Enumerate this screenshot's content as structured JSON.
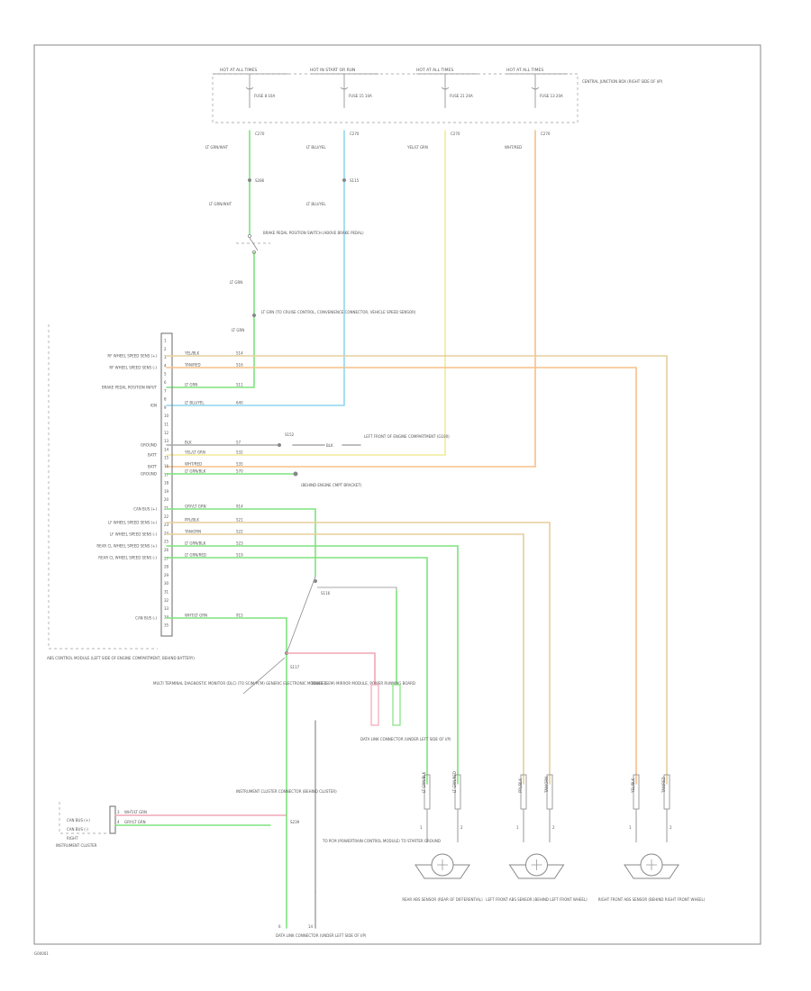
{
  "wire_colors": {
    "lt_green": "#7fe37f",
    "lt_blue": "#8fd6f0",
    "yellow": "#f2ea9a",
    "orange": "#f5c088",
    "pink": "#f2a6b6",
    "tan": "#e6cf9c",
    "gray": "#a8a8a8",
    "frame": "#888888"
  },
  "fuse_panel": {
    "feeds": [
      "HOT AT ALL TIMES",
      "HOT IN START OR RUN",
      "HOT AT ALL TIMES",
      "HOT AT ALL TIMES"
    ],
    "fuses": [
      "FUSE 8 10A",
      "FUSE 15 10A",
      "FUSE 21 20A",
      "FUSE 13 20A"
    ],
    "panel_label": "CENTRAL JUNCTION BOX (RIGHT SIDE OF I/P)",
    "connector_ids": [
      "C270",
      "C270",
      "C270",
      "C270"
    ]
  },
  "upper_wires": {
    "labels": [
      "LT GRN/WHT",
      "LT BLU/YEL",
      "YEL/LT GRN",
      "WHT/RED"
    ],
    "splice_labels": [
      "S286",
      "S115"
    ],
    "lower_labels": [
      "LT GRN/WHT",
      "LT BLU/YEL"
    ],
    "brake_switch": "BRAKE PEDAL POSITION SWITCH (ABOVE BRAKE PEDAL)",
    "lt_grn_label": "LT GRN",
    "lt_grn_label_2": "LT GRN",
    "speed_sensor_note": "LT GRN (TO CRUISE CONTROL, CONVENIENCE CONNECTOR, VEHICLE SPEED SENSOR)"
  },
  "module": {
    "pins": [
      "1",
      "2",
      "3",
      "4",
      "5",
      "6",
      "7",
      "8",
      "9",
      "10",
      "11",
      "12",
      "13",
      "14",
      "15",
      "16",
      "17",
      "18",
      "19",
      "20",
      "21",
      "22",
      "23",
      "24",
      "25",
      "26",
      "27",
      "28",
      "29",
      "30",
      "31",
      "32",
      "33",
      "34",
      "35"
    ],
    "functions": [
      "RF WHEEL SPEED SENS (+)",
      "RF WHEEL SPEED SENS (-)",
      "BRAKE PEDAL POSITION INPUT",
      "IGN",
      "GROUND",
      "BATT",
      "BATT",
      "GROUND",
      "CAN BUS (+)",
      "LF WHEEL SPEED SENS (+)",
      "LF WHEEL SPEED SENS (-)",
      "REAR CL WHEEL SPEED SENS (+)",
      "REAR CL WHEEL SPEED SENS (-)",
      "CAN BUS (-)"
    ],
    "wire_colors": [
      "YEL/BLK",
      "TAN/RED",
      "LT GRN",
      "LT BLU/YEL",
      "BLK",
      "YEL/LT GRN",
      "WHT/RED",
      "LT GRN/BLK",
      "GRY/LT GRN",
      "PPL/BLK",
      "TAN/ORN",
      "LT GRN/BLK",
      "LT GRN/RED",
      "WHT/LT GRN"
    ],
    "circuits": [
      "514",
      "516",
      "511",
      "640",
      "57",
      "532",
      "535",
      "570",
      "914",
      "521",
      "522",
      "523",
      "519",
      "915"
    ],
    "label": "ABS CONTROL MODULE (LEFT SIDE OF ENGINE COMPARTMENT, BEHIND BATTERY)"
  },
  "ground": {
    "splice": "S152",
    "wire": "BLK",
    "text": "LEFT FRONT OF ENGINE COMPARTMENT (G100)"
  },
  "lower_section": {
    "splice_top": "S116",
    "splice_mid": "S117",
    "data_link": "DATA LINK CONNECTOR (UNDER LEFT SIDE OF I/P)",
    "network_note": "MULTI TERMINAL DIAGNOSTIC MONITOR (DLC) (TO SCIM/PCM) GENERIC ELECTRONIC MODULE (GEM) MIRROR MODULE, POWER RUNNING BOARD",
    "instrument_connector": "INSTRUMENT CLUSTER CONNECTOR (BEHIND CLUSTER)",
    "cluster_rows": [
      "CAN BUS (+)",
      "CAN BUS (-)",
      "RIGHT"
    ],
    "cluster_wires": [
      "WHT/LT GRN",
      "GRY/LT GRN"
    ],
    "cluster_pins": [
      "3",
      "4"
    ],
    "cluster_label": "INSTRUMENT CLUSTER",
    "engine_cmpt_note": "(BEHIND ENGINE CMPT BRACKET)",
    "pcm_note": "TO PCM (POWERTRAIN CONTROL MODULE) TO STARTER GROUND",
    "dlc_label": "DATA LINK CONNECTOR (UNDER LEFT SIDE OF I/P)",
    "dlc_pins": [
      "6",
      "14"
    ],
    "splice_small": "S239",
    "pink_wire": "TAN/RED"
  },
  "sensors": [
    {
      "name": "REAR ABS SENSOR (REAR OF DIFFERENTIAL)",
      "pins": [
        "1",
        "2"
      ],
      "wires": [
        "LT GRN/BLK",
        "LT GRN/RED"
      ]
    },
    {
      "name": "LEFT FRONT ABS SENSOR (BEHIND LEFT FRONT WHEEL)",
      "pins": [
        "1",
        "2"
      ],
      "wires": [
        "PPL/BLK",
        "TAN/ORN"
      ]
    },
    {
      "name": "RIGHT FRONT ABS SENSOR (BEHIND RIGHT FRONT WHEEL)",
      "pins": [
        "1",
        "2"
      ],
      "wires": [
        "YEL/BLK",
        "TAN/RED"
      ]
    }
  ],
  "footer_id": "G00001"
}
